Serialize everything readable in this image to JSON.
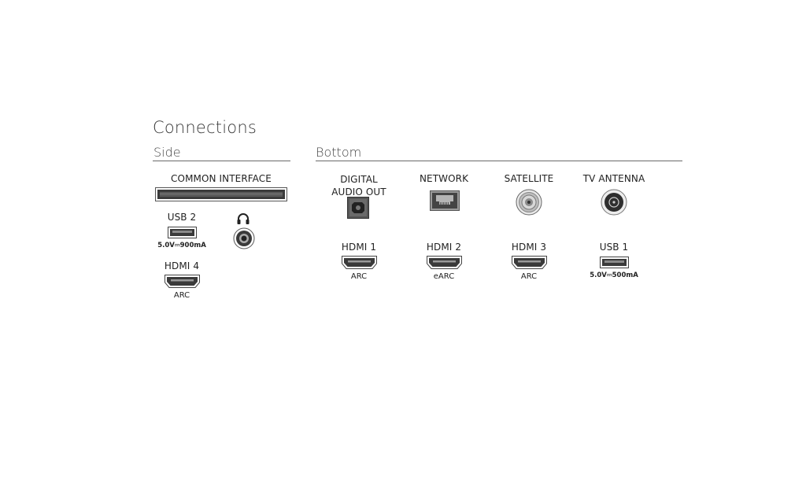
{
  "title": "Connections",
  "sections": {
    "side": {
      "label": "Side"
    },
    "bottom": {
      "label": "Bottom"
    }
  },
  "side": {
    "common_interface": {
      "label": "COMMON INTERFACE",
      "icon": "ci-slot-icon"
    },
    "usb2": {
      "label": "USB 2",
      "spec": "5.0V⎓900mA",
      "icon": "usb-port-icon"
    },
    "headphone": {
      "icon": "headphones-icon",
      "jack_icon": "audio-jack-icon"
    },
    "hdmi4": {
      "label": "HDMI 4",
      "sub": "ARC",
      "icon": "hdmi-port-icon"
    }
  },
  "bottom": {
    "digital_audio_out": {
      "label_line1": "DIGITAL",
      "label_line2": "AUDIO OUT",
      "icon": "optical-port-icon"
    },
    "network": {
      "label": "NETWORK",
      "icon": "ethernet-port-icon"
    },
    "satellite": {
      "label": "SATELLITE",
      "icon": "satellite-connector-icon"
    },
    "tv_antenna": {
      "label": "TV ANTENNA",
      "icon": "antenna-connector-icon"
    },
    "hdmi1": {
      "label": "HDMI 1",
      "sub": "ARC",
      "icon": "hdmi-port-icon"
    },
    "hdmi2": {
      "label": "HDMI 2",
      "sub": "eARC",
      "icon": "hdmi-port-icon"
    },
    "hdmi3": {
      "label": "HDMI 3",
      "sub": "ARC",
      "icon": "hdmi-port-icon"
    },
    "usb1": {
      "label": "USB 1",
      "spec": "5.0V⎓500mA",
      "icon": "usb-port-icon"
    }
  },
  "colors": {
    "text": "#222222",
    "port_dark": "#3a3a3a",
    "rule": "#6a6a6a"
  }
}
